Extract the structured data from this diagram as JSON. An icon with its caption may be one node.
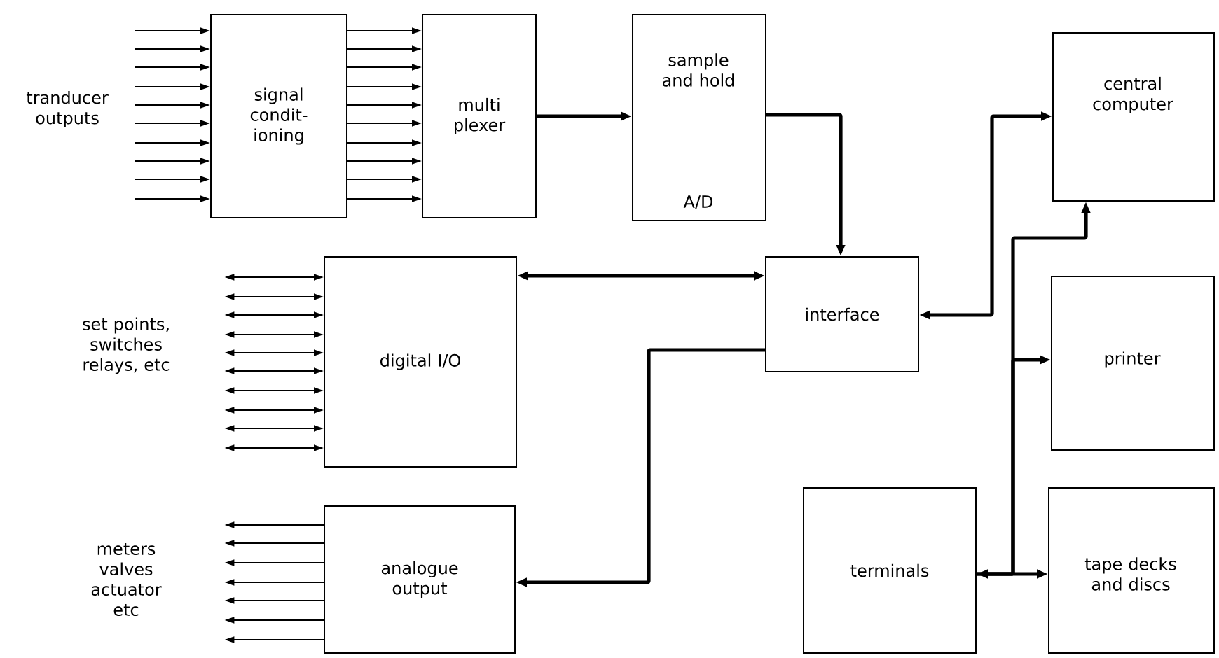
{
  "diagram": {
    "nodes": [
      {
        "text": [
          "tranducer outputs"
        ]
      },
      {
        "text": [
          "signal condit- ioning"
        ]
      },
      {
        "text": [
          "multi plexer"
        ]
      },
      {
        "text": [
          "sample and hold",
          "A/D"
        ]
      },
      {
        "text": [
          "central computer"
        ]
      },
      {
        "text": [
          "set points, switches relays, etc"
        ]
      },
      {
        "text": [
          "digital I/O"
        ]
      },
      {
        "text": [
          "interface"
        ]
      },
      {
        "text": [
          "printer"
        ]
      },
      {
        "text": [
          "meters valves actuator etc"
        ]
      },
      {
        "text": [
          "analogue output"
        ]
      },
      {
        "text": [
          "terminals"
        ]
      },
      {
        "text": [
          "tape decks and discs"
        ]
      }
    ],
    "edges": [
      {
        "from": 0,
        "to": 1,
        "arrow": "to"
      },
      {
        "from": 0,
        "to": 1,
        "arrow": "to"
      },
      {
        "from": 0,
        "to": 1,
        "arrow": "to"
      },
      {
        "from": 0,
        "to": 1,
        "arrow": "to"
      },
      {
        "from": 0,
        "to": 1,
        "arrow": "to"
      },
      {
        "from": 0,
        "to": 1,
        "arrow": "to"
      },
      {
        "from": 0,
        "to": 1,
        "arrow": "to"
      },
      {
        "from": 0,
        "to": 1,
        "arrow": "to"
      },
      {
        "from": 0,
        "to": 1,
        "arrow": "to"
      },
      {
        "from": 0,
        "to": 1,
        "arrow": "to"
      },
      {
        "from": 1,
        "to": 2,
        "arrow": "to"
      },
      {
        "from": 1,
        "to": 2,
        "arrow": "to"
      },
      {
        "from": 1,
        "to": 2,
        "arrow": "to"
      },
      {
        "from": 1,
        "to": 2,
        "arrow": "to"
      },
      {
        "from": 1,
        "to": 2,
        "arrow": "to"
      },
      {
        "from": 1,
        "to": 2,
        "arrow": "to"
      },
      {
        "from": 1,
        "to": 2,
        "arrow": "to"
      },
      {
        "from": 1,
        "to": 2,
        "arrow": "to"
      },
      {
        "from": 1,
        "to": 2,
        "arrow": "to"
      },
      {
        "from": 1,
        "to": 2,
        "arrow": "to"
      },
      {
        "from": 2,
        "to": 3,
        "arrow": "to",
        "style": "thick"
      },
      {
        "from": 3,
        "to": 7,
        "arrow": "to",
        "style": "thick"
      },
      {
        "from": 5,
        "to": 6,
        "arrow": "both"
      },
      {
        "from": 5,
        "to": 6,
        "arrow": "both"
      },
      {
        "from": 5,
        "to": 6,
        "arrow": "both"
      },
      {
        "from": 5,
        "to": 6,
        "arrow": "both"
      },
      {
        "from": 5,
        "to": 6,
        "arrow": "both"
      },
      {
        "from": 5,
        "to": 6,
        "arrow": "both"
      },
      {
        "from": 5,
        "to": 6,
        "arrow": "both"
      },
      {
        "from": 5,
        "to": 6,
        "arrow": "both"
      },
      {
        "from": 5,
        "to": 6,
        "arrow": "both"
      },
      {
        "from": 5,
        "to": 6,
        "arrow": "both"
      },
      {
        "from": 6,
        "to": 7,
        "arrow": "both",
        "style": "thick"
      },
      {
        "from": 7,
        "to": 4,
        "arrow": "both",
        "style": "thick"
      },
      {
        "from": 7,
        "to": 10,
        "arrow": "to",
        "style": "thick"
      },
      {
        "from": 10,
        "to": 9,
        "arrow": "to"
      },
      {
        "from": 10,
        "to": 9,
        "arrow": "to"
      },
      {
        "from": 10,
        "to": 9,
        "arrow": "to"
      },
      {
        "from": 10,
        "to": 9,
        "arrow": "to"
      },
      {
        "from": 10,
        "to": 9,
        "arrow": "to"
      },
      {
        "from": 10,
        "to": 9,
        "arrow": "to"
      },
      {
        "from": 10,
        "to": 9,
        "arrow": "to"
      },
      {
        "from": 11,
        "to": 4,
        "arrow": "both",
        "style": "thick"
      },
      {
        "from": 11,
        "to": 8,
        "arrow": "to",
        "style": "thick"
      },
      {
        "from": 11,
        "to": 12,
        "arrow": "to",
        "style": "thick"
      }
    ]
  }
}
